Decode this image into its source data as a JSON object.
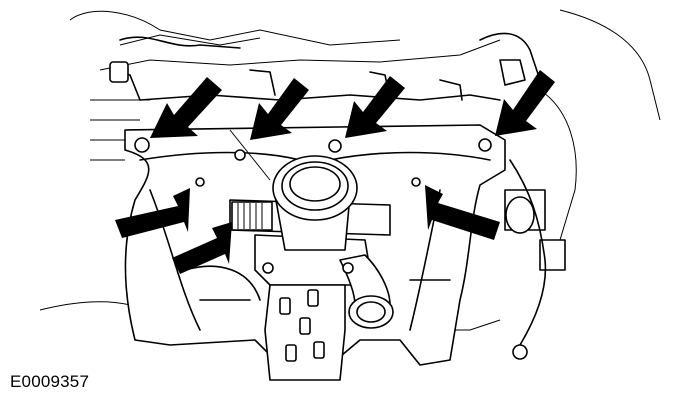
{
  "figure": {
    "reference_code": "E0009357",
    "colors": {
      "line": "#000000",
      "background": "#ffffff"
    },
    "callouts": [
      {
        "id": "arrow-1",
        "icon": "callout-arrow",
        "target": "bolt-rear-left"
      },
      {
        "id": "arrow-2",
        "icon": "callout-arrow",
        "target": "bolt-rear-center-left"
      },
      {
        "id": "arrow-3",
        "icon": "callout-arrow",
        "target": "bolt-rear-center-right"
      },
      {
        "id": "arrow-4",
        "icon": "callout-arrow",
        "target": "bolt-rear-right"
      },
      {
        "id": "arrow-5",
        "icon": "callout-arrow",
        "target": "bolt-front-left"
      },
      {
        "id": "arrow-6",
        "icon": "callout-arrow",
        "target": "bolt-front-center"
      },
      {
        "id": "arrow-7",
        "icon": "callout-arrow",
        "target": "bolt-front-right"
      }
    ]
  }
}
